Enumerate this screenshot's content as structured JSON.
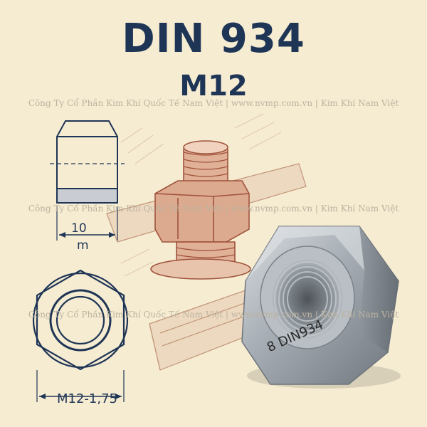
{
  "header": {
    "title": "DIN 934",
    "subtitle": "M12"
  },
  "watermark": {
    "text": "Công Ty Cổ Phần Kim Khí Quốc Tế Nam Việt | www.nvmp.com.vn | Kim Khí Nam Việt"
  },
  "side_view": {
    "width_value": "10",
    "width_label": "m"
  },
  "top_view": {
    "thread_label": "M12-1,75"
  },
  "product": {
    "marking": "8 DIN934"
  },
  "colors": {
    "title": "#1f3556",
    "background": "#f6ecd2",
    "sketch": "#a0533c",
    "steel": "#9aa3ab"
  }
}
